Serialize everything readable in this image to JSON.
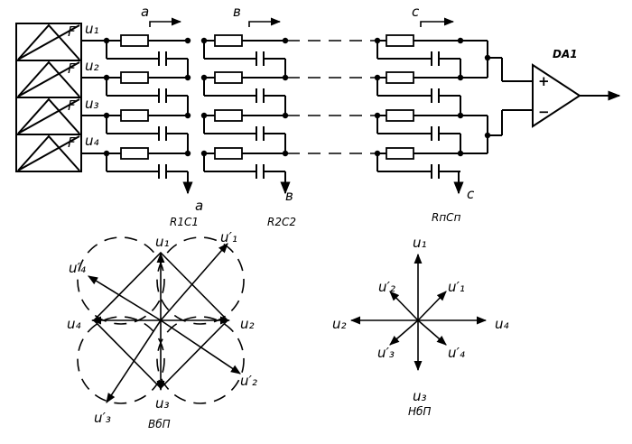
{
  "circuit": {
    "sensor_label": "F",
    "inputs": [
      "u₁",
      "u₂",
      "u₃",
      "u₄"
    ],
    "taps": [
      "a",
      "в",
      "c"
    ],
    "stage_names": [
      "R1C1",
      "R2C2",
      "RпCп"
    ],
    "amp_label": "DA1",
    "amp_plus": "+",
    "amp_minus": "−"
  },
  "diagram_vbp": {
    "caption": "ВбП",
    "vectors": [
      "u₁",
      "u₂",
      "u₃",
      "u₄"
    ],
    "primed": [
      "u′₁",
      "u′₂",
      "u′₃",
      "u′₄"
    ]
  },
  "diagram_nbp": {
    "caption": "НбП",
    "vectors": [
      "u₁",
      "u₂",
      "u₃",
      "u₄"
    ],
    "primed": [
      "u′₁",
      "u′₂",
      "u′₃",
      "u′₄"
    ]
  }
}
